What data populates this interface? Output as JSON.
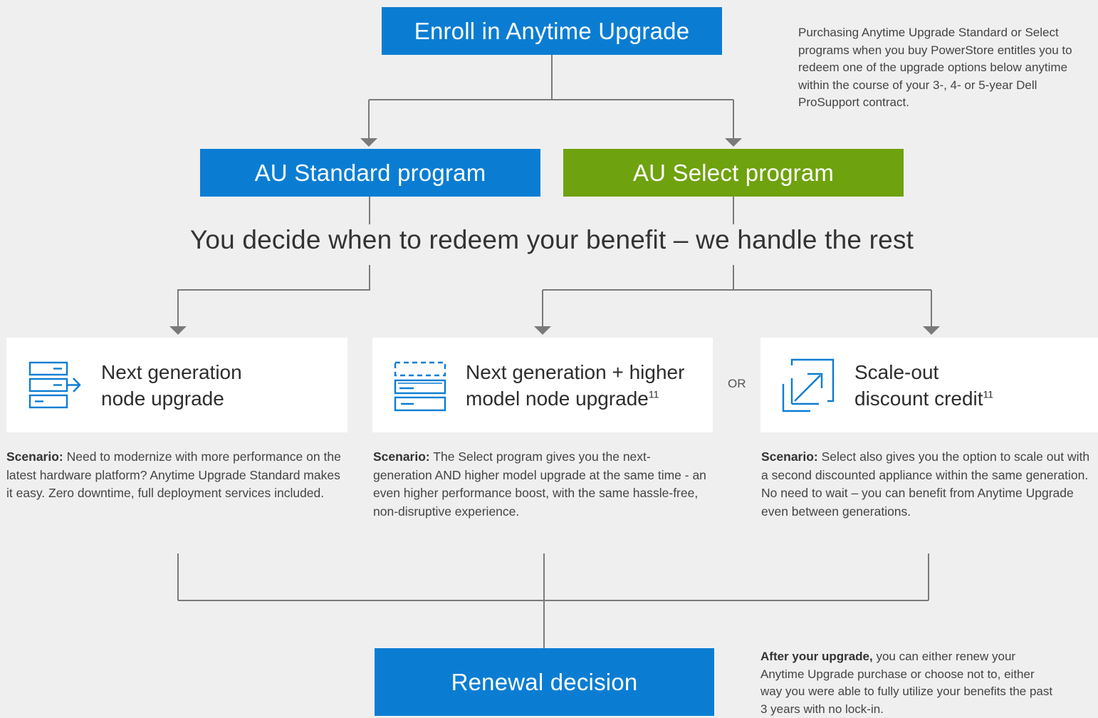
{
  "top": {
    "enroll_label": "Enroll in Anytime Upgrade",
    "intro_note": "Purchasing Anytime Upgrade Standard or Select programs when you buy PowerStore entitles you to redeem one of the upgrade options below anytime within the course of your 3-, 4- or 5-year Dell ProSupport contract."
  },
  "programs": {
    "standard_label": "AU Standard program",
    "select_label": "AU Select program"
  },
  "headline": "You decide when to redeem your benefit – we handle the rest",
  "options": [
    {
      "title_line1": "Next generation",
      "title_line2": "node upgrade",
      "superscript": "",
      "icon": "server-arrow-icon",
      "scenario_label": "Scenario:",
      "scenario_text": " Need to modernize with more performance on the latest hardware platform? Anytime Upgrade Standard makes it easy. Zero downtime, full deployment services included."
    },
    {
      "title_line1": "Next generation + higher",
      "title_line2": "model node upgrade",
      "superscript": "11",
      "icon": "server-stack-dashed-icon",
      "scenario_label": "Scenario:",
      "scenario_text": " The Select program gives you the next-generation AND higher model upgrade at the same time - an even higher performance boost, with the same hassle-free, non-disruptive experience."
    },
    {
      "title_line1": "Scale-out",
      "title_line2": "discount credit",
      "superscript": "11",
      "icon": "expand-arrow-icon",
      "scenario_label": "Scenario:",
      "scenario_text": " Select also gives you the option to scale out with a second discounted appliance within the same generation. No need to wait – you can benefit from Anytime Upgrade even between generations."
    }
  ],
  "or_label": "OR",
  "renewal": {
    "label": "Renewal decision",
    "note_bold": "After your upgrade,",
    "note_text": " you can either renew your Anytime Upgrade purchase or choose not to, either way you were able to fully utilize your benefits the past 3 years with no lock-in."
  },
  "colors": {
    "blue": "#0a7dd3",
    "green": "#6ea20e",
    "connector": "#7a7a7a",
    "background": "#efefef"
  }
}
